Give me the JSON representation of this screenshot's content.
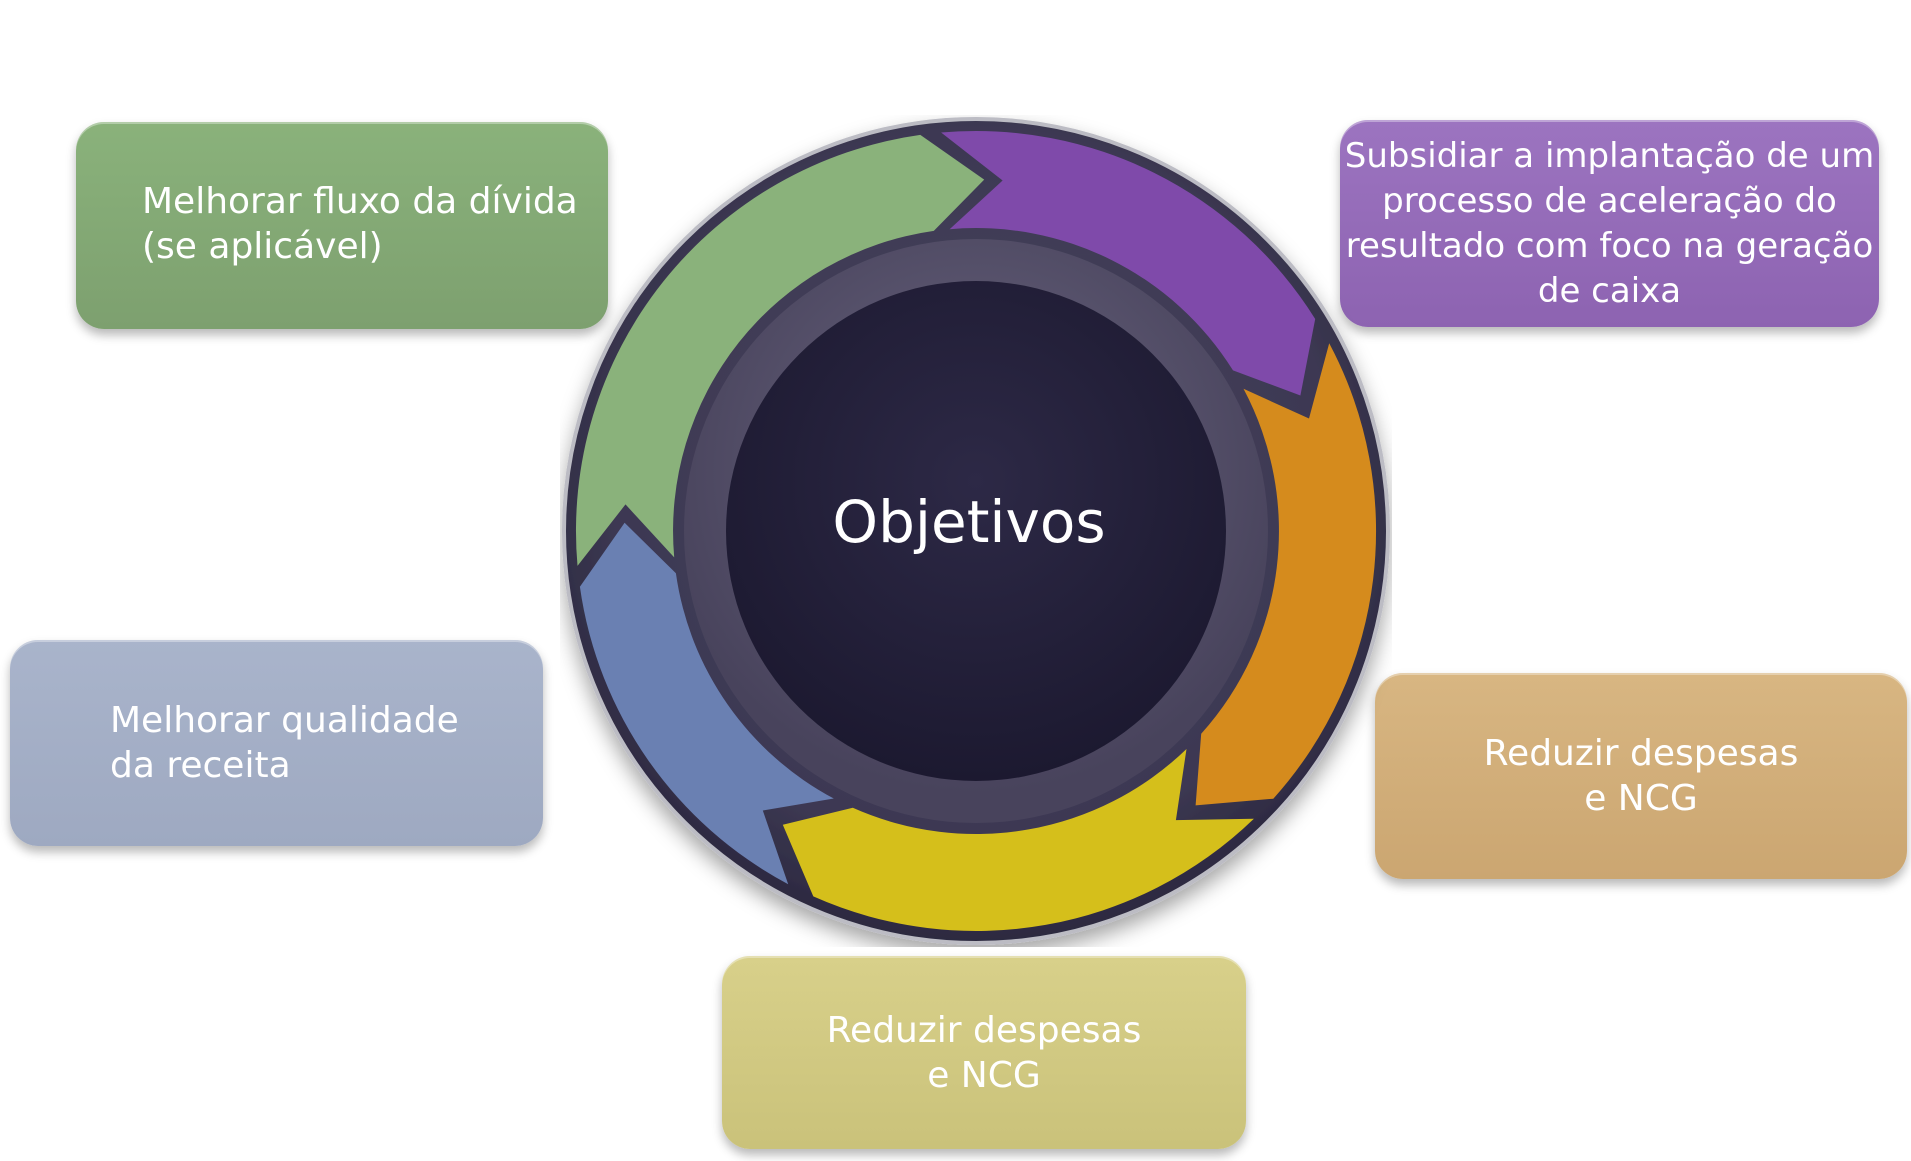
{
  "center": {
    "label": "Objetivos"
  },
  "boxes": {
    "debt": {
      "lines": [
        "Melhorar fluxo da dívida",
        "(se aplicável)"
      ]
    },
    "acceleration": {
      "lines": [
        "Subsidiar a implantação de um",
        "processo de aceleração do",
        "resultado com foco na geração",
        "de caixa"
      ]
    },
    "revenue": {
      "lines": [
        "Melhorar qualidade",
        "da receita"
      ]
    },
    "expenses_right": {
      "lines": [
        "Reduzir despesas",
        "e NCG"
      ]
    },
    "expenses_bottom": {
      "lines": [
        "Reduzir despesas",
        "e NCG"
      ]
    }
  },
  "colors": {
    "green": "#8ab27b",
    "purple": "#7f4aaa",
    "orange": "#d58b1d",
    "yellow": "#d5bf1b",
    "blue": "#6a80b2",
    "ring": "#4f4a62",
    "core": "#231f38"
  }
}
